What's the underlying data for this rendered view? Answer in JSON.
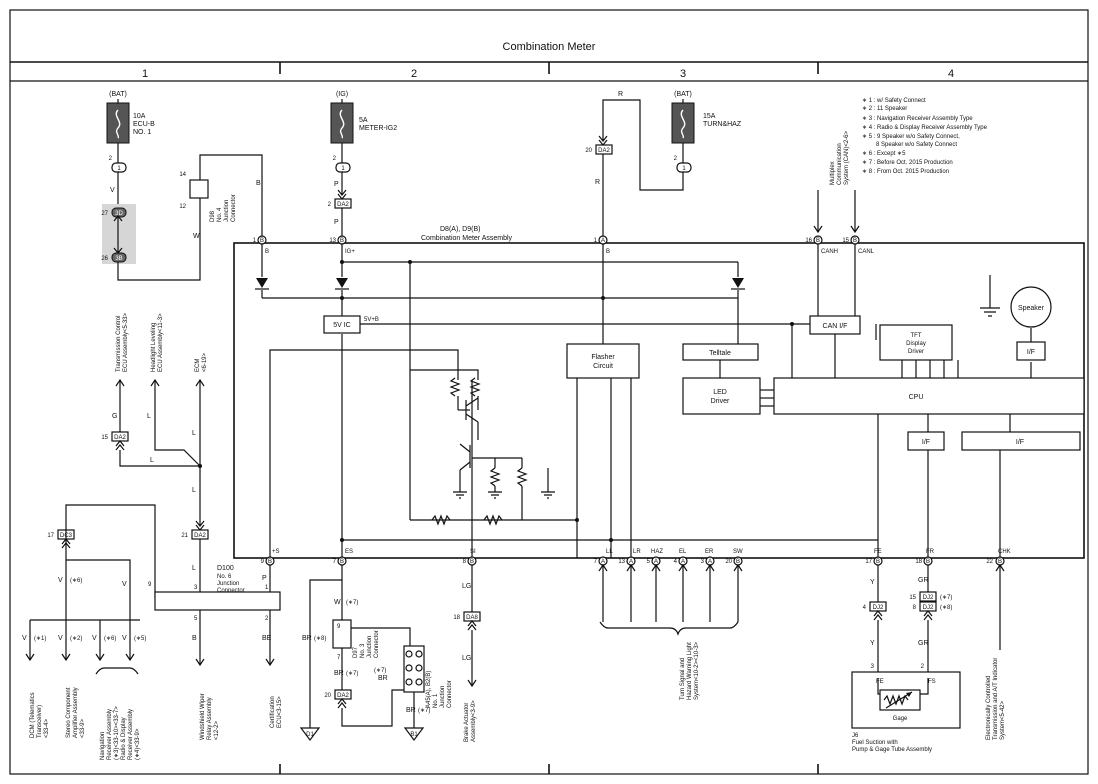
{
  "header": {
    "title": "Combination Meter",
    "columns": [
      "1",
      "2",
      "3",
      "4"
    ]
  },
  "fuses": [
    {
      "top": "(BAT)",
      "l1": "10A",
      "l2": "ECU-B",
      "l3": "NO. 1"
    },
    {
      "top": "(IG)",
      "l1": "5A",
      "l2": "METER-IG2",
      "l3": ""
    },
    {
      "top": "(BAT)",
      "l1": "15A",
      "l2": "TURN&HAZ",
      "l3": ""
    }
  ],
  "notes": [
    "∗ 1 : w/ Safety Connect",
    "∗ 2 : 11 Speaker",
    "∗ 3 : Navigation Receiver Assembly Type",
    "∗ 4 : Radio & Display Receiver Assembly Type",
    "∗ 5 : 9 Speaker w/o Safety Connect,",
    "8 Speaker w/o Safety Connect",
    "∗ 6 : Except ∗5",
    "∗ 7 : Before Oct.  2015 Production",
    "∗ 8 : From Oct.  2015 Production"
  ],
  "meter": {
    "title1": "D8(A), D9(B)",
    "title2": "Combination Meter Assembly"
  },
  "blocks": {
    "ic": "5V IC",
    "flasher1": "Flasher",
    "flasher2": "Circuit",
    "telltale": "Telltale",
    "led1": "LED",
    "led2": "Driver",
    "canif": "CAN I/F",
    "tft1": "TFT",
    "tft2": "Display",
    "tft3": "Driver",
    "cpu": "CPU",
    "speaker": "Speaker",
    "if": "I/F"
  },
  "top_pins": [
    {
      "num": "1",
      "conn": "B",
      "label": "B"
    },
    {
      "num": "13",
      "conn": "B",
      "label": "IG+"
    },
    {
      "num": "1",
      "conn": "A",
      "label": "B"
    },
    {
      "num": "16",
      "conn": "B",
      "label": "CANH"
    },
    {
      "num": "15",
      "conn": "B",
      "label": "CANL"
    }
  ],
  "bottom_pins": [
    {
      "num": "9",
      "conn": "B",
      "label": "+S"
    },
    {
      "num": "7",
      "conn": "B",
      "label": "ES"
    },
    {
      "num": "8",
      "conn": "B",
      "label": "SI"
    },
    {
      "num": "7",
      "conn": "A",
      "label": "LL"
    },
    {
      "num": "13",
      "conn": "A",
      "label": "LR"
    },
    {
      "num": "5",
      "conn": "A",
      "label": "HAZ"
    },
    {
      "num": "4",
      "conn": "A",
      "label": "EL"
    },
    {
      "num": "3",
      "conn": "A",
      "label": "ER"
    },
    {
      "num": "20",
      "conn": "B",
      "label": "SW"
    },
    {
      "num": "17",
      "conn": "B",
      "label": "FE"
    },
    {
      "num": "18",
      "conn": "B",
      "label": "FR"
    },
    {
      "num": "22",
      "conn": "B",
      "label": "CHK"
    }
  ],
  "v5plus": "5V+B",
  "connectors": {
    "da2": "DA2",
    "dc3": "DC3",
    "dj2": "DJ2",
    "da8": "DA8",
    "c3d": "3D",
    "c3b": "3B",
    "d98a": "D98",
    "d98b": "No. 4",
    "d98c": "Junction",
    "d98d": "Connector",
    "d100a": "D100",
    "d100b": "No. 6",
    "d100c": "Junction",
    "d100d": "Connector",
    "d97a": "D97",
    "d97b": "No. 3",
    "d97c": "Junction",
    "d97d": "Connector",
    "a45a": "A45(A), B2(B)",
    "a45b": "No. 1",
    "a45c": "Junction",
    "a45d": "Connector"
  },
  "wires": {
    "V": "V",
    "W": "W",
    "B": "B",
    "P": "P",
    "R": "R",
    "G": "G",
    "L": "L",
    "LG": "LG",
    "Y": "Y",
    "GR": "GR",
    "BR": "BR",
    "BE": "BE"
  },
  "tags": {
    "s1": "(∗1)",
    "s2": "(∗2)",
    "s5": "(∗5)",
    "s6": "(∗6)",
    "s7": "(∗7)",
    "s8": "(∗8)"
  },
  "pin_numbers": {
    "n2": "2",
    "n14": "14",
    "n12": "12",
    "n27": "27",
    "n26": "26",
    "n15": "15",
    "n21": "21",
    "n17": "17",
    "n9": "9",
    "n3": "3",
    "n5": "5",
    "n1": "1",
    "n7": "7",
    "n20": "20",
    "n4": "4",
    "n8": "8",
    "n18": "18",
    "n22": "22",
    "n16": "16",
    "n13": "13"
  },
  "gage": {
    "title": "Gage",
    "fe": "FE",
    "fs": "FS",
    "p3": "3",
    "p2": "2",
    "c1": "J6",
    "c2": "Fuel Suction with",
    "c3": "Pump & Gage Tube Assembly"
  },
  "grounds": {
    "d1": "D1",
    "b1": "B1"
  },
  "refs": {
    "tc1": "Transmission Control",
    "tc2": "ECU Assembly<5-33>",
    "hl1": "Headlight Leveling",
    "hl2": "ECU Assembly<11-3>",
    "ecm1": "ECM",
    "ecm2": "<6-19>",
    "dcm1": "DCM (Telematics",
    "dcm2": "Transceiver)",
    "dcm3": "<33-4>",
    "stereo1": "Stereo Component",
    "stereo2": "Amplifier Assembly",
    "stereo3": "<33-9>",
    "nav1": "Navigation",
    "nav2": "Receiver Assembly",
    "nav3": "(∗3)<33-10><33-7>",
    "nav4": "Radio & Display",
    "nav5": "Receiver Assembly",
    "nav6": "(∗4)<33-9>",
    "wiper1": "Windshield Wiper",
    "wiper2": "Relay Assembly",
    "wiper3": "<12-2>",
    "cert1": "Certification",
    "cert2": "ECU<3-15>",
    "brake1": "Brake Actuator",
    "brake2": "Assembly<3-9>",
    "turn1": "Turn Signal and",
    "turn2": "Hazard Warning Light",
    "turn3": "System<10-2><10-3>",
    "ect1": "Electronically Controlled",
    "ect2": "Transmission and A/T Indicator",
    "ect3": "System<5-42>",
    "mpx1": "Multiplex",
    "mpx2": "Communication",
    "mpx3": "System (CAN)<2-6>"
  }
}
